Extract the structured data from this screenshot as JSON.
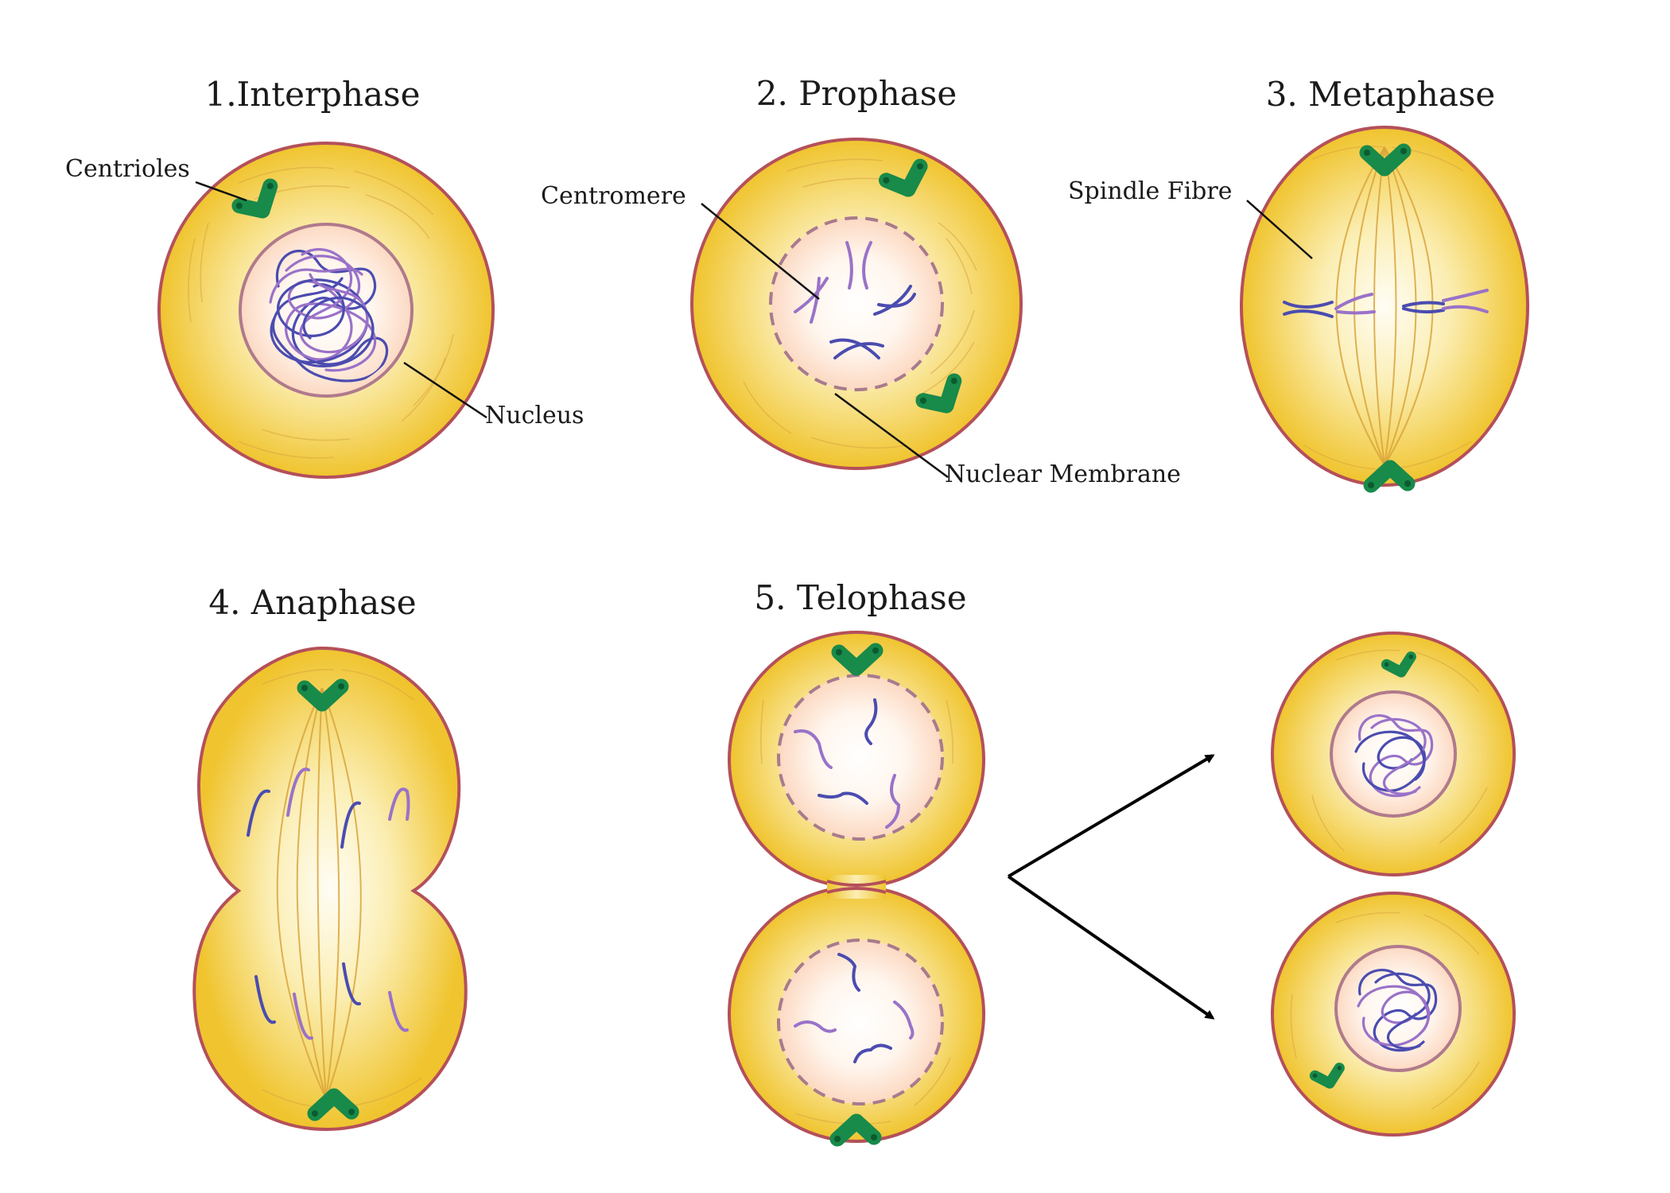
{
  "titles": {
    "interphase": "1.Interphase",
    "prophase": "2. Prophase",
    "metaphase": "3. Metaphase",
    "anaphase": "4. Anaphase",
    "telophase": "5. Telophase"
  },
  "labels": {
    "centrioles": "Centrioles",
    "nucleus": "Nucleus",
    "centromere": "Centromere",
    "nuclear_membrane": "Nuclear Membrane",
    "spindle_fibre": "Spindle Fibre"
  },
  "colors": {
    "cytoplasm_center": "#fffcef",
    "cytoplasm_edge": "#f0c42e",
    "cell_membrane": "#b4505a",
    "nucleus_fill": "#fde6d6",
    "centriole": "#188a4a",
    "chromosome_dark": "#4b4cb0",
    "chromosome_light": "#9a72c8",
    "spindle": "#d9a53c",
    "arrow": "#000000"
  },
  "icons": {
    "centriole": "centriole-icon",
    "arrow": "arrow-icon"
  }
}
